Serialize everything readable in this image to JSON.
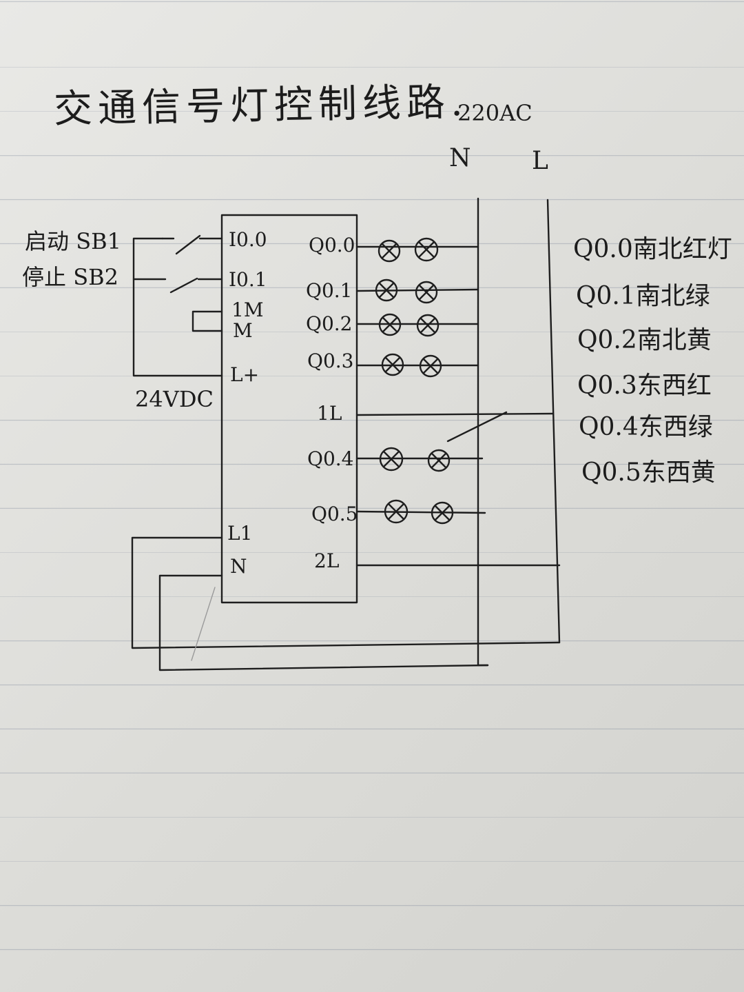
{
  "title": "交通信号灯控制线路.",
  "supply": {
    "label": "220AC",
    "neutral": "N",
    "live": "L"
  },
  "inputs": {
    "start": {
      "name": "启动",
      "tag": "SB1"
    },
    "stop": {
      "name": "停止",
      "tag": "SB2"
    },
    "dc_label": "24VDC"
  },
  "plc_pins_left": {
    "i0": "I0.0",
    "i1": "I0.1",
    "m1": "1M",
    "m2": "M",
    "lplus": "L+",
    "l1": "L1",
    "n": "N"
  },
  "plc_pins_right": {
    "q0": "Q0.0",
    "q1": "Q0.1",
    "q2": "Q0.2",
    "q3": "Q0.3",
    "com1": "1L",
    "q4": "Q0.4",
    "q5": "Q0.5",
    "com2": "2L"
  },
  "legend": [
    {
      "code": "Q0.0",
      "meaning": "南北红灯"
    },
    {
      "code": "Q0.1",
      "meaning": "南北绿"
    },
    {
      "code": "Q0.2",
      "meaning": "南北黄"
    },
    {
      "code": "Q0.3",
      "meaning": "东西红"
    },
    {
      "code": "Q0.4",
      "meaning": "东西绿"
    },
    {
      "code": "Q0.5",
      "meaning": "东西黄"
    }
  ]
}
